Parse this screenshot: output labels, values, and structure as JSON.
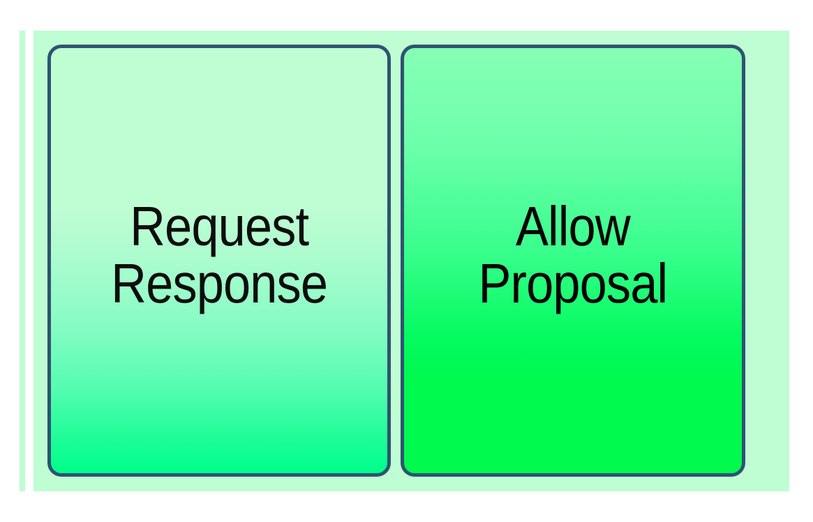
{
  "panel": {
    "background_color": "#bffdd3",
    "accent_rail_color": "#bffdd3"
  },
  "buttons": [
    {
      "id": "request-response",
      "label": "Request\nResponse",
      "line1": "Request",
      "line2": "Response",
      "state": "inactive",
      "border_color": "#2f5370",
      "fill_top_color": "#bffdd3",
      "fill_bottom_color": "#00ff8a",
      "text_color": "#000000"
    },
    {
      "id": "allow-proposal",
      "label": "Allow\nProposal",
      "line1": "Allow",
      "line2": "Proposal",
      "state": "active",
      "border_color": "#2f5370",
      "fill_top_color": "#86ffb4",
      "fill_bottom_color": "#00fa4e",
      "text_color": "#000000"
    }
  ]
}
